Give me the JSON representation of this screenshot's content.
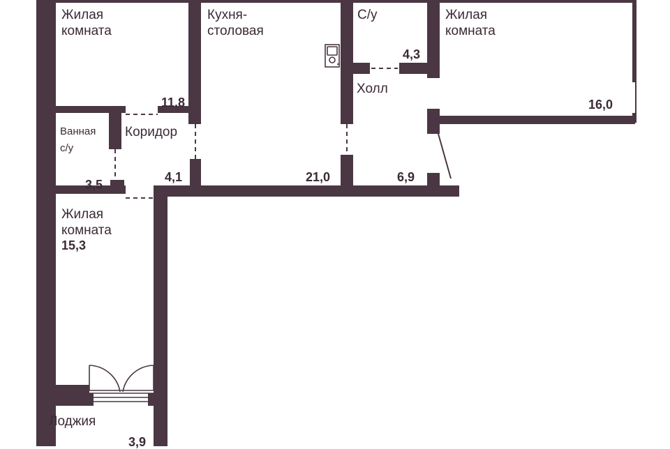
{
  "colors": {
    "wall": "#4a3743",
    "text": "#3b2a36",
    "background": "#ffffff"
  },
  "rooms": [
    {
      "id": "living-1",
      "label_lines": [
        "Жилая",
        "комната"
      ],
      "area": "11,8"
    },
    {
      "id": "kitchen",
      "label_lines": [
        "Кухня-",
        "столовая"
      ],
      "area": "21,0"
    },
    {
      "id": "wc-top",
      "label_lines": [
        "С/у"
      ],
      "area": "4,3"
    },
    {
      "id": "living-2",
      "label_lines": [
        "Жилая",
        "комната"
      ],
      "area": "16,0"
    },
    {
      "id": "hall",
      "label_lines": [
        "Холл"
      ],
      "area": "6,9"
    },
    {
      "id": "bath",
      "label_lines": [
        "Ванная",
        "с/у"
      ],
      "area": "3,5"
    },
    {
      "id": "corridor",
      "label_lines": [
        "Коридор"
      ],
      "area": "4,1"
    },
    {
      "id": "living-3",
      "label_lines": [
        "Жилая",
        "комната"
      ],
      "area": "15,3"
    },
    {
      "id": "loggia",
      "label_lines": [
        "Лоджия"
      ],
      "area": "3,9"
    }
  ],
  "icons": {
    "kitchen_sink": "sink-icon",
    "balcony_door": "double-door-icon"
  }
}
